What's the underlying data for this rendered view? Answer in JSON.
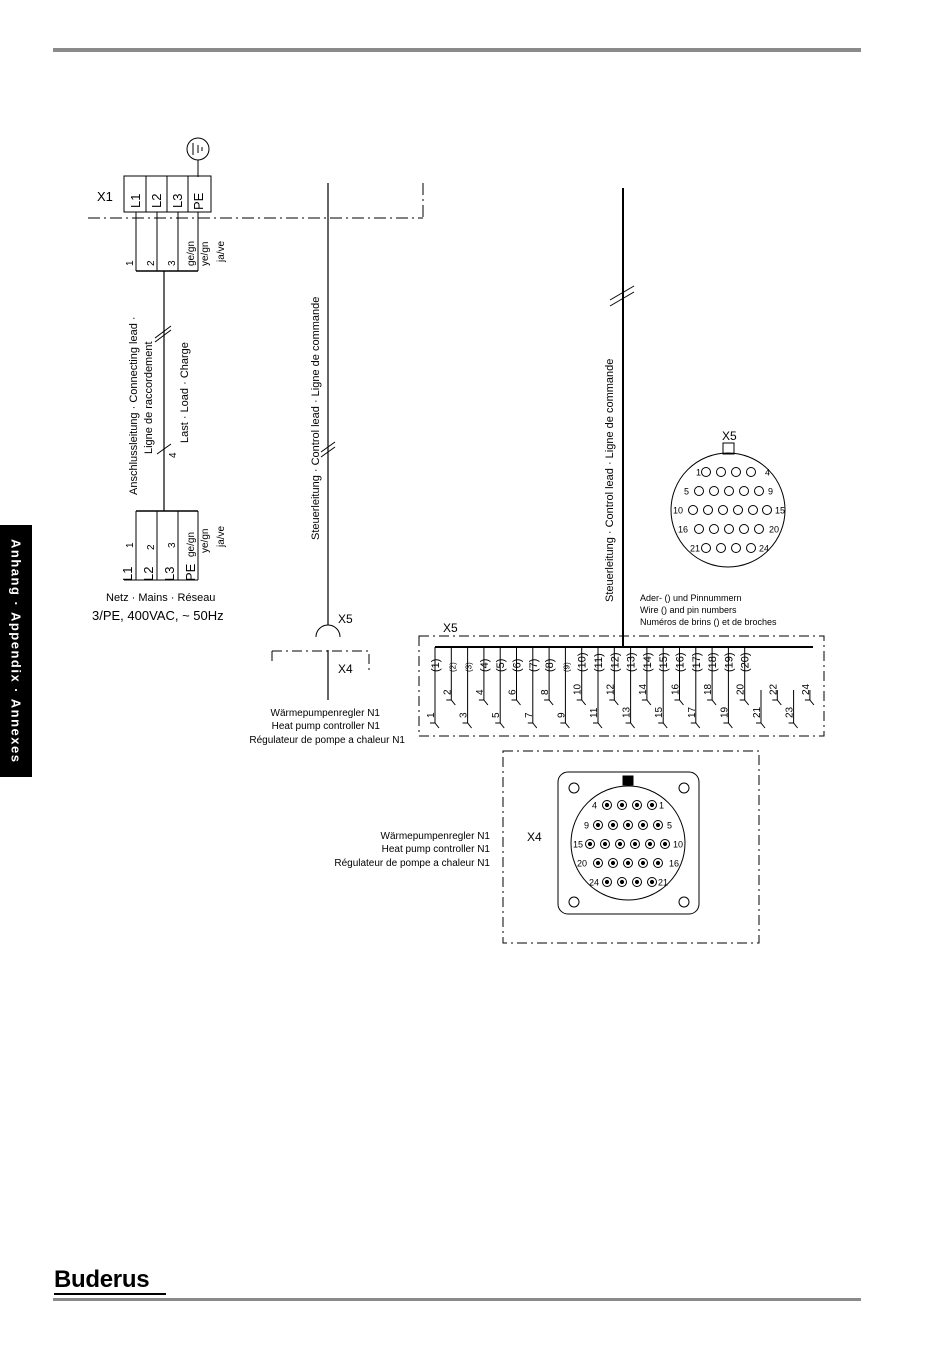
{
  "side_tab": "Anhang · Appendix · Annexes",
  "brand": "Buderus",
  "x1": {
    "label": "X1",
    "terminals": [
      "L1",
      "L2",
      "L3",
      "PE"
    ],
    "wire_numbers": [
      "1",
      "2",
      "3"
    ],
    "pe_wire": [
      "ge/gn",
      "ye/gn",
      "ja/ve"
    ]
  },
  "connecting_lead": {
    "line1": "Anschlussleitung · Connecting lead ·",
    "line2": "Ligne de raccordement"
  },
  "load": {
    "label": "Last · Load · Charge",
    "count": "4"
  },
  "mains": {
    "terminals": [
      "L1",
      "L2",
      "L3",
      "PE"
    ],
    "wire_numbers": [
      "1",
      "2",
      "3"
    ],
    "pe_wire": [
      "ge/gn",
      "ye/gn",
      "ja/ve"
    ],
    "caption": "Netz · Mains · Réseau",
    "voltage": "3/PE, 400VAC, ~ 50Hz"
  },
  "control_lead": "Steuerleitung · Control lead · Ligne de commande",
  "left_plug": {
    "x5": "X5",
    "x4": "X4"
  },
  "controller_lines": [
    "Wärmepumpenregler N1",
    "Heat pump controller N1",
    "Régulateur de pompe a chaleur N1"
  ],
  "legend_lines": [
    "Ader- () und Pinnummern",
    "Wire () and pin numbers",
    "Numéros de brins () et de broches"
  ],
  "x5_connector": {
    "label": "X5",
    "rows": [
      {
        "left": "1",
        "right": "4"
      },
      {
        "left": "5",
        "right": "9"
      },
      {
        "left": "10",
        "right": "15"
      },
      {
        "left": "16",
        "right": "20"
      },
      {
        "left": "21",
        "right": "24"
      }
    ]
  },
  "x5_strip": {
    "label": "X5",
    "wires": [
      "(1)",
      "(2)",
      "(3)",
      "(4)",
      "(5)",
      "(6)",
      "(7)",
      "(8)",
      "(9)",
      "(10)",
      "(11)",
      "(12)",
      "(13)",
      "(14)",
      "(15)",
      "(16)",
      "(17)",
      "(18)",
      "(19)",
      "(20)"
    ],
    "upper_pins": [
      "2",
      "4",
      "6",
      "8",
      "10",
      "12",
      "14",
      "16",
      "18",
      "20",
      "22",
      "24"
    ],
    "lower_pins": [
      "1",
      "3",
      "5",
      "7",
      "9",
      "11",
      "13",
      "15",
      "17",
      "19",
      "21",
      "23"
    ]
  },
  "x4_connector": {
    "label": "X4",
    "rows": [
      {
        "left": "4",
        "right": "1"
      },
      {
        "left": "9",
        "right": "5"
      },
      {
        "left": "15",
        "right": "10"
      },
      {
        "left": "20",
        "right": "16"
      },
      {
        "left": "24",
        "right": "21"
      }
    ]
  }
}
